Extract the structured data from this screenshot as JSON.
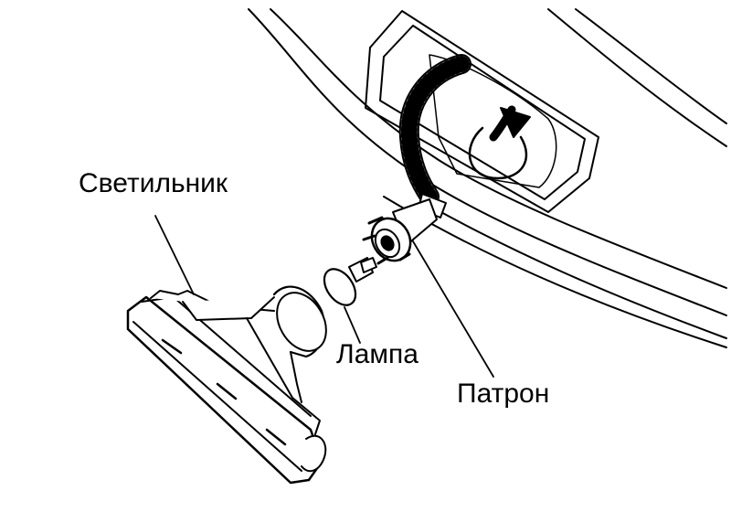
{
  "labels": {
    "lamp_housing": "Светильник",
    "bulb": "Лампа",
    "socket": "Патрон"
  },
  "colors": {
    "line": "#000000",
    "background": "#ffffff"
  }
}
